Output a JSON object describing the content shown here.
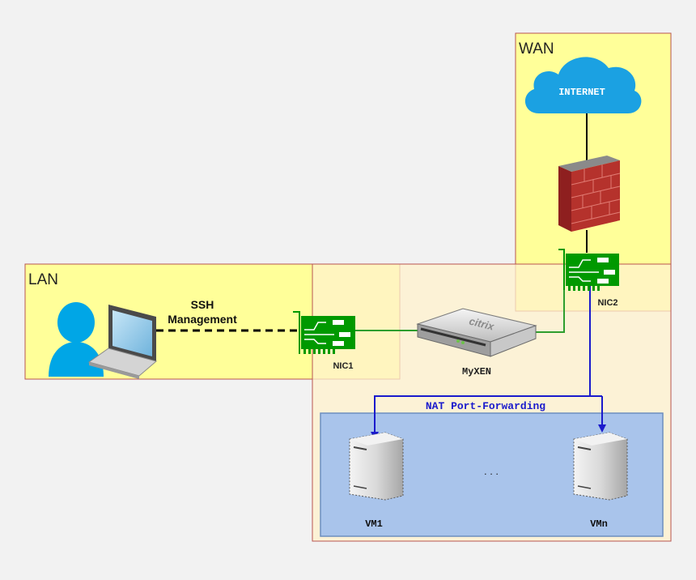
{
  "zones": {
    "wan": "WAN",
    "lan": "LAN"
  },
  "internet": {
    "label": "INTERNET"
  },
  "ssh": {
    "line1": "SSH",
    "line2": "Management"
  },
  "nic1": {
    "label": "NIC1"
  },
  "nic2": {
    "label": "NIC2"
  },
  "server": {
    "label": "MyXEN",
    "brand": "citrix"
  },
  "nat": {
    "label": "NAT Port-Forwarding"
  },
  "vms": {
    "first": "VM1",
    "last": "VMn",
    "ellipsis": ". . ."
  },
  "colors": {
    "zone_fill": "#ffff99",
    "zone_border": "#b85450",
    "host_zone_fill": "#fff2cc",
    "vm_zone_fill": "#a9c4eb",
    "vm_zone_border": "#6c8ebf",
    "nic_green": "#009900",
    "link_green": "#2e9e2e",
    "nat_blue": "#1a1acc",
    "cloud": "#1ba1e2",
    "person": "#00a6e6"
  }
}
